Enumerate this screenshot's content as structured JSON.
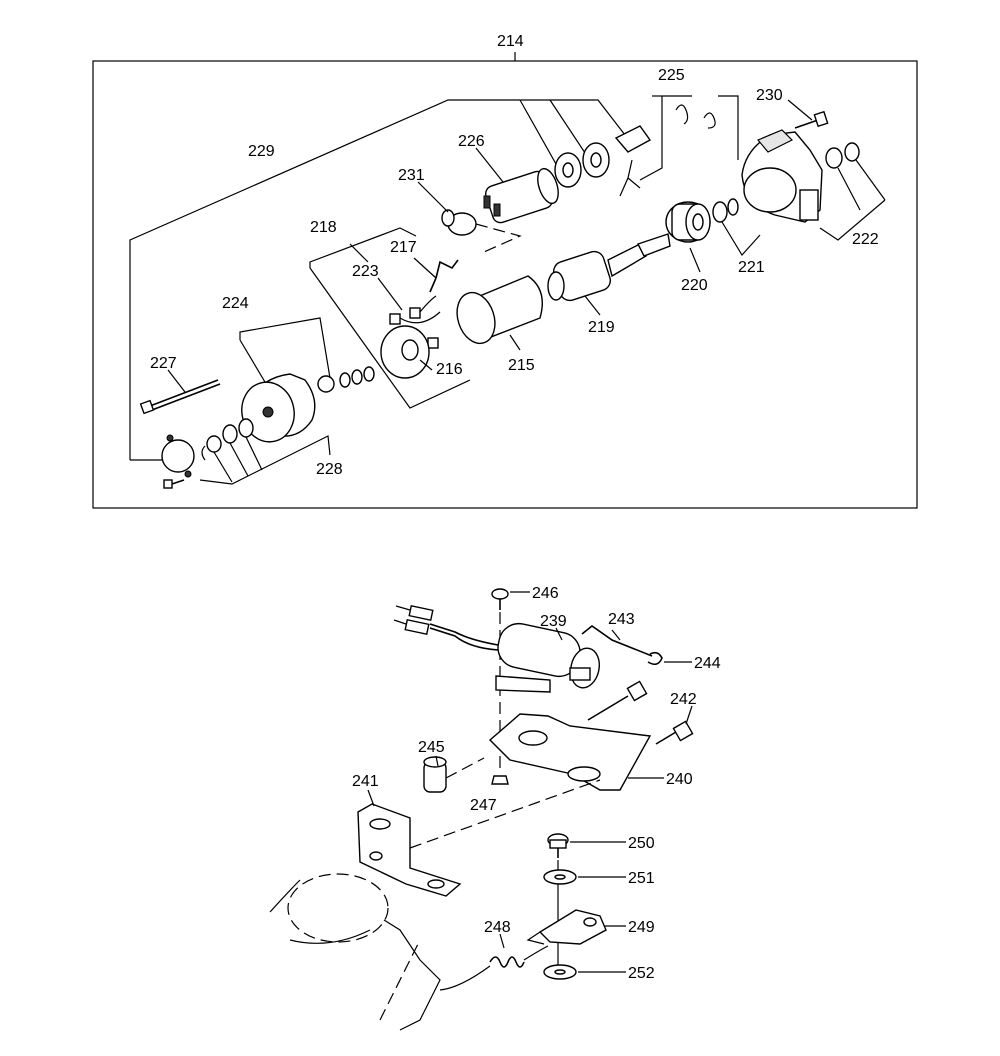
{
  "labels": {
    "p214": "214",
    "p215": "215",
    "p216": "216",
    "p217": "217",
    "p218": "218",
    "p219": "219",
    "p220": "220",
    "p221": "221",
    "p222": "222",
    "p223": "223",
    "p224": "224",
    "p225": "225",
    "p226": "226",
    "p227": "227",
    "p228": "228",
    "p229": "229",
    "p230": "230",
    "p231": "231",
    "p239": "239",
    "p240": "240",
    "p241": "241",
    "p242": "242",
    "p243": "243",
    "p244": "244",
    "p245": "245",
    "p246": "246",
    "p247": "247",
    "p248": "248",
    "p249": "249",
    "p250": "250",
    "p251": "251",
    "p252": "252"
  }
}
